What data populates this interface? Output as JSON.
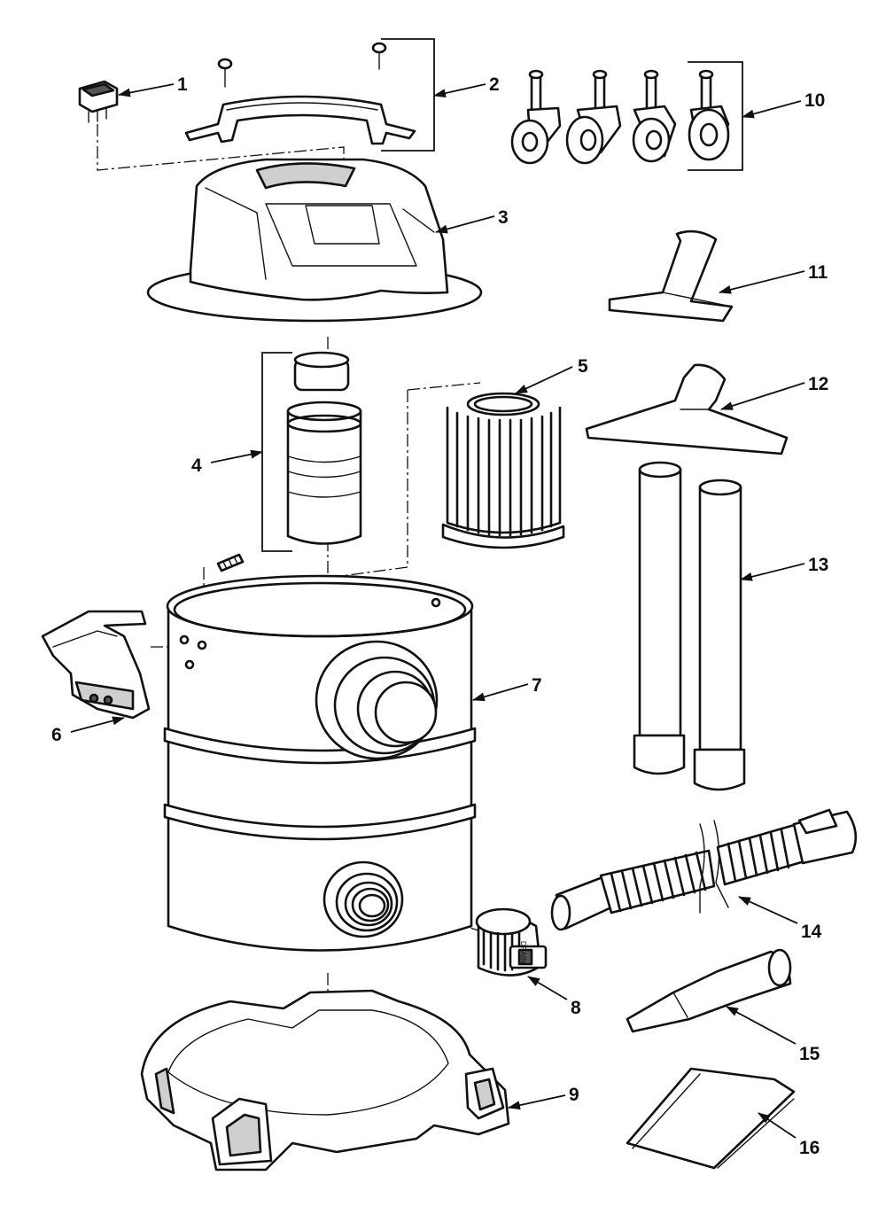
{
  "callouts": [
    {
      "number": "1"
    },
    {
      "number": "2"
    },
    {
      "number": "3"
    },
    {
      "number": "4"
    },
    {
      "number": "5"
    },
    {
      "number": "6"
    },
    {
      "number": "7"
    },
    {
      "number": "8"
    },
    {
      "number": "9"
    },
    {
      "number": "10"
    },
    {
      "number": "11"
    },
    {
      "number": "12"
    },
    {
      "number": "13"
    },
    {
      "number": "14"
    },
    {
      "number": "15"
    },
    {
      "number": "16"
    }
  ],
  "drain_cap_text": "DRAIN",
  "colors": {
    "line": "#111111",
    "background": "#ffffff",
    "shade": "#cfcfcf"
  }
}
